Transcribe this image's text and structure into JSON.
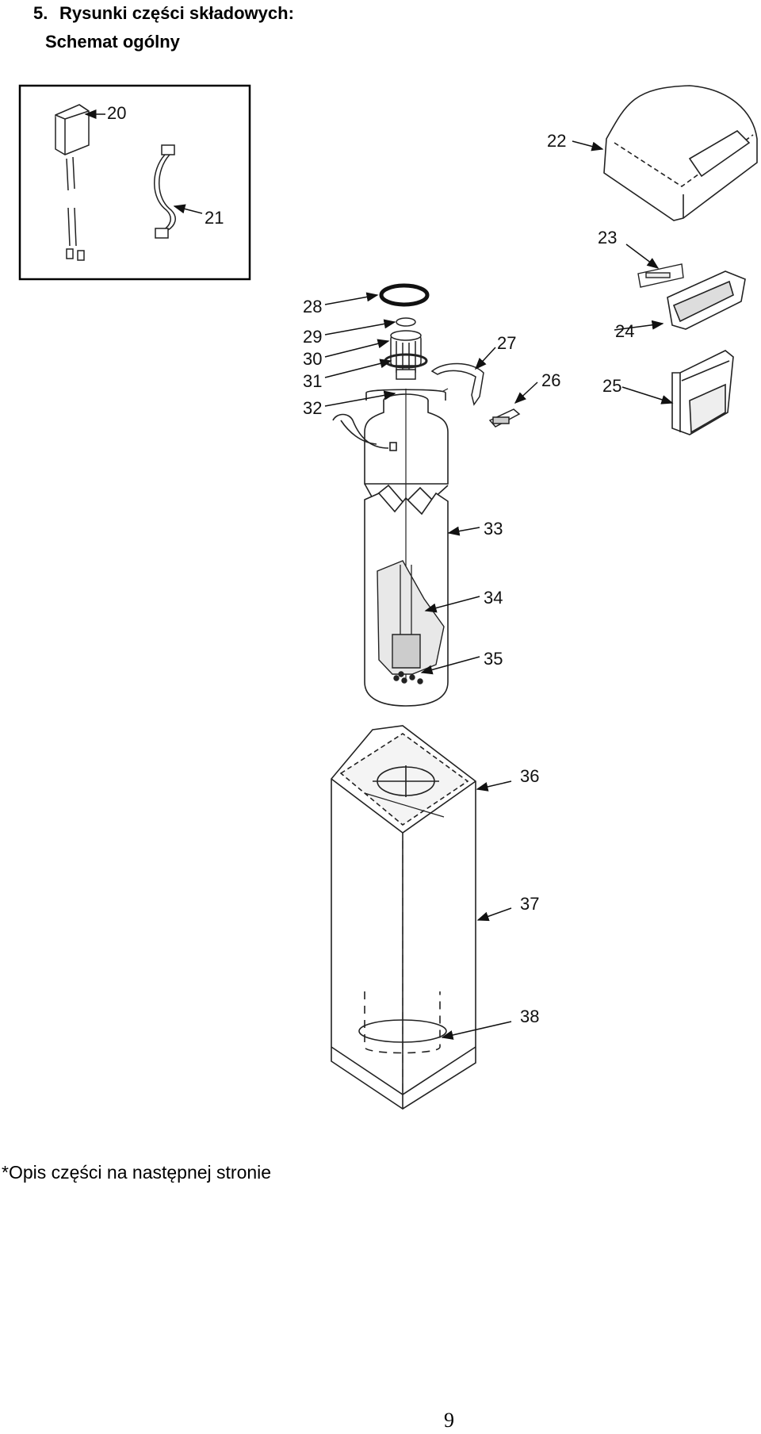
{
  "heading": {
    "number": "5.",
    "title": "Rysunki części składowych:"
  },
  "subheading": "Schemat ogólny",
  "callouts": [
    "20",
    "21",
    "22",
    "23",
    "24",
    "25",
    "26",
    "27",
    "28",
    "29",
    "30",
    "31",
    "32",
    "33",
    "34",
    "35",
    "36",
    "37",
    "38"
  ],
  "footnote": "*Opis części na następnej stronie",
  "page_number": "9"
}
